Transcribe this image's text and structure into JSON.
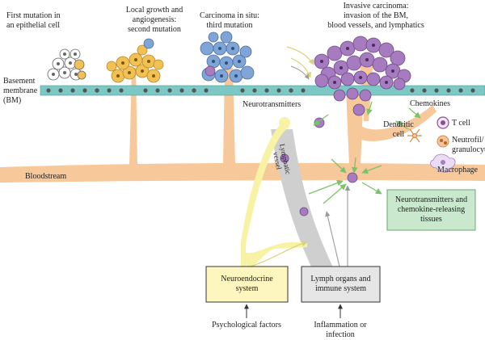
{
  "labels": {
    "first_mutation": "First mutation in\nan epithelial cell",
    "local_growth": "Local growth and\nangiogenesis:\nsecond mutation",
    "carcinoma_in_situ": "Carcinoma in situ:\nthird mutation",
    "invasive_carcinoma": "Invasive carcinoma:\ninvasion of the BM,\nblood vessels, and lymphatics",
    "basement_membrane": "Basement\nmembrane\n(BM)",
    "neurotransmitters": "Neurotransmitters",
    "chemokines": "Chemokines",
    "dendritic_cell": "Dendritic\ncell",
    "t_cell": "T cell",
    "neutrofil": "Neutrofil/\ngranulocyte",
    "macrophage": "Macrophage",
    "bloodstream": "Bloodstream",
    "lymphatic_vessel": "Lymphatic\nvessel",
    "psychological_factors": "Psychological factors",
    "inflammation": "Inflammation or\ninfection"
  },
  "boxes": {
    "neurotransmitters_tissues": "Neurotransmitters and\nchemokine-releasing\ntissues",
    "neuroendocrine": "Neuroendocrine\nsystem",
    "lymph_organs": "Lymph organs and\nimmune system"
  },
  "colors": {
    "vessel": "#f7c89a",
    "membrane": "#7cc8c4",
    "normal_cell": "#ffffff",
    "mutated_cell": "#f3c153",
    "in_situ_cell": "#7fa4d6",
    "invasive_cell": "#a77bc0",
    "lymphatic": "#cfcfcf",
    "nerve": "#f8f2a4",
    "green_box": "#c9e8cd",
    "yellow_box": "#fdf7bf",
    "gray_box": "#e6e6e6",
    "arrow_green": "#7ac36a"
  }
}
